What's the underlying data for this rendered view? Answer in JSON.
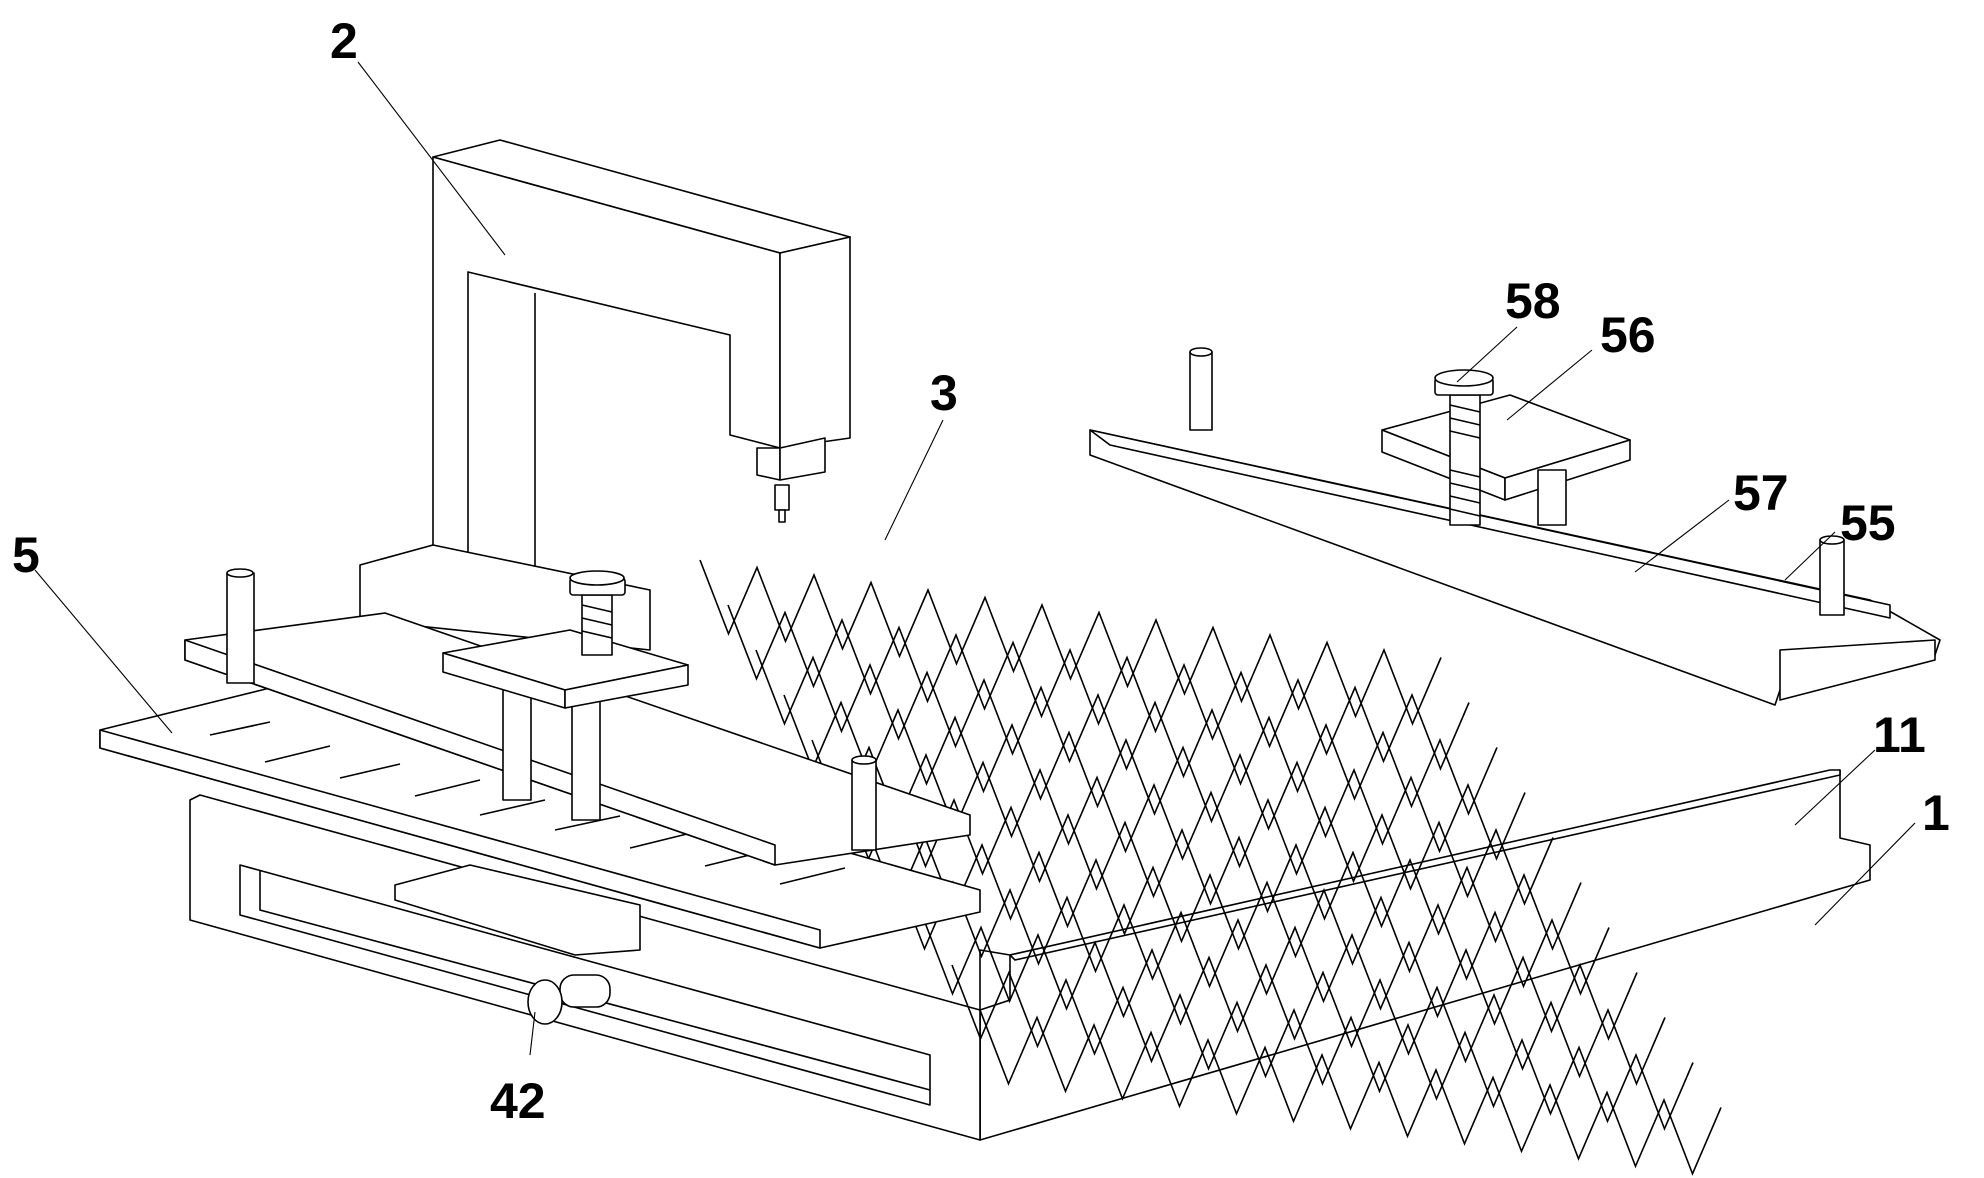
{
  "figure": {
    "type": "patent-line-drawing",
    "line_color": "#000000",
    "background": "#ffffff"
  },
  "labels": [
    {
      "id": "2",
      "text": "2",
      "part": "gantry-frame"
    },
    {
      "id": "3",
      "text": "3",
      "part": "fin-array"
    },
    {
      "id": "5",
      "text": "5",
      "part": "left-clamp-assembly"
    },
    {
      "id": "58",
      "text": "58",
      "part": "screw-spring"
    },
    {
      "id": "56",
      "text": "56",
      "part": "press-plate"
    },
    {
      "id": "57",
      "text": "57",
      "part": "clamp-bar"
    },
    {
      "id": "55",
      "text": "55",
      "part": "guide-post"
    },
    {
      "id": "11",
      "text": "11",
      "part": "base-step"
    },
    {
      "id": "1",
      "text": "1",
      "part": "base"
    },
    {
      "id": "42",
      "text": "42",
      "part": "adjust-knob"
    }
  ]
}
